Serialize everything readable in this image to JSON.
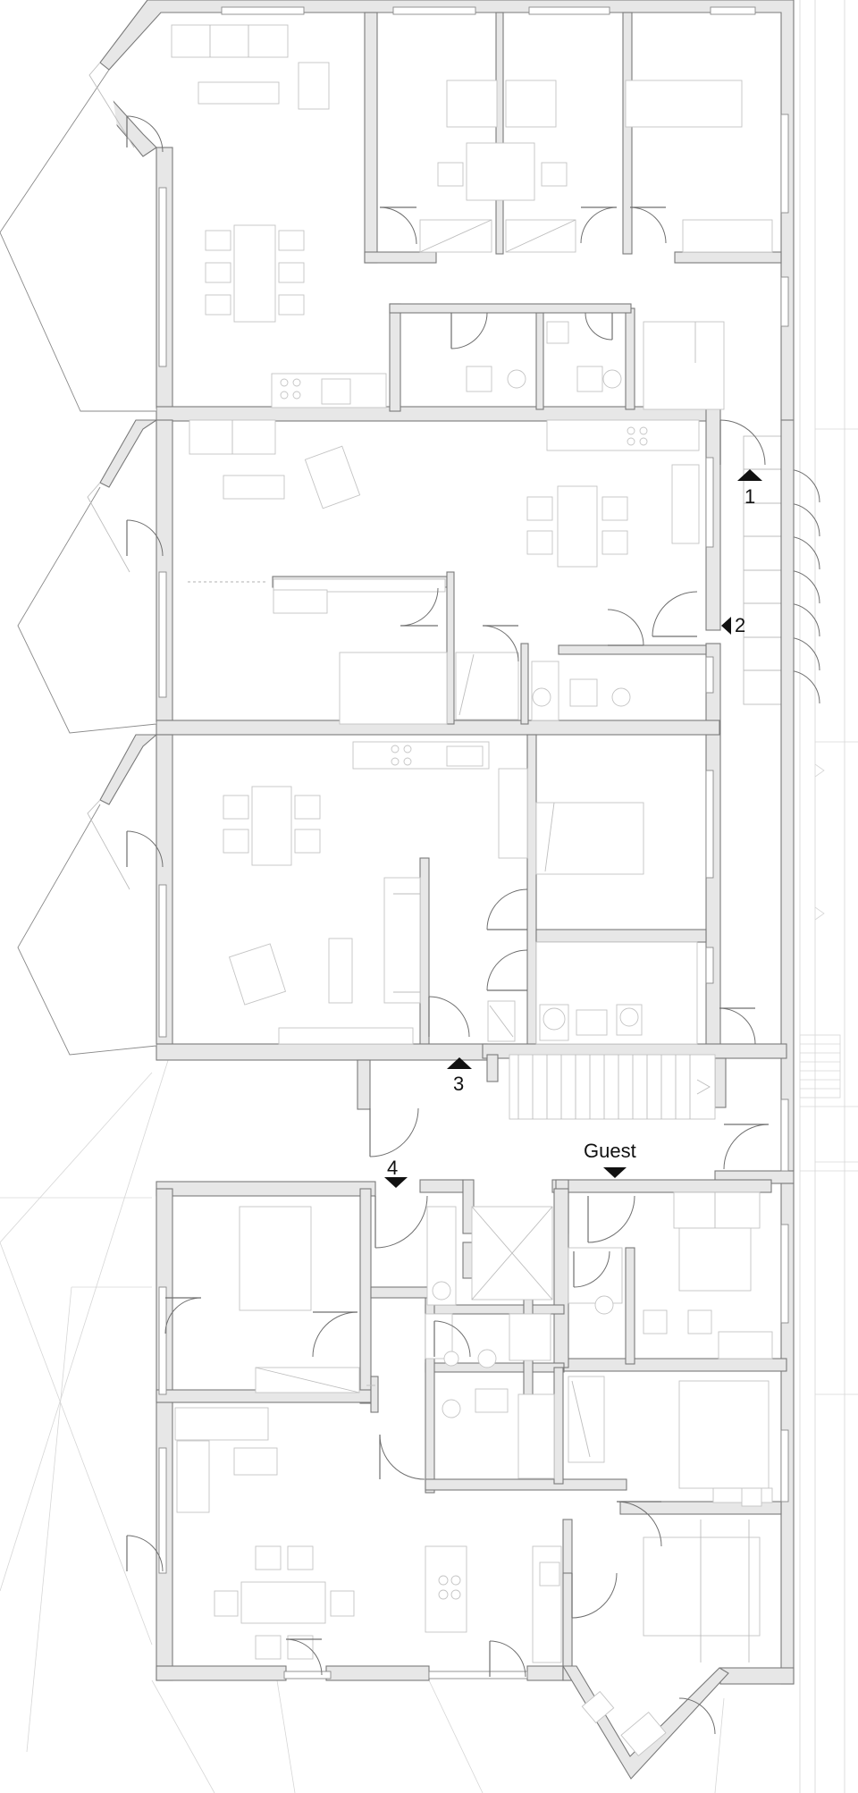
{
  "plan": {
    "type": "architectural floor plan",
    "section_markers": [
      {
        "id": "marker-1",
        "label": "1",
        "direction": "up"
      },
      {
        "id": "marker-2",
        "label": "2",
        "direction": "left"
      },
      {
        "id": "marker-3",
        "label": "3",
        "direction": "up"
      },
      {
        "id": "marker-4",
        "label": "4",
        "direction": "down"
      },
      {
        "id": "marker-guest",
        "label": "Guest",
        "direction": "down"
      }
    ]
  }
}
